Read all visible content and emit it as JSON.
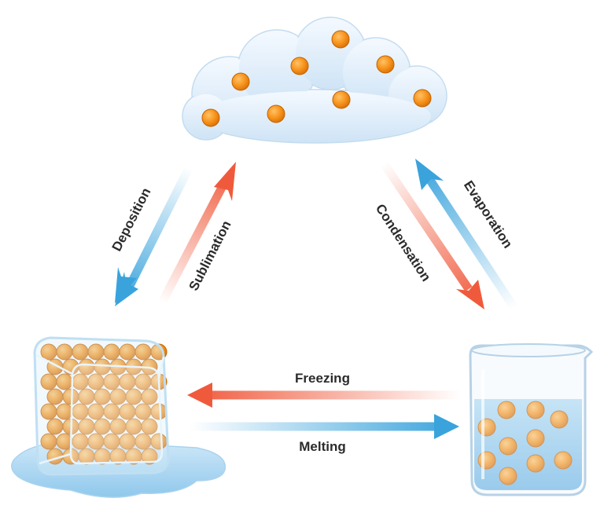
{
  "diagram": {
    "states": [
      {
        "id": "gas",
        "depicts": "cloud with particles"
      },
      {
        "id": "solid",
        "depicts": "ice cube with particles"
      },
      {
        "id": "liquid",
        "depicts": "beaker of water with particles"
      }
    ],
    "transitions": [
      {
        "id": "deposition",
        "label": "Deposition",
        "from": "gas",
        "to": "solid",
        "color": "#3aa3dc"
      },
      {
        "id": "sublimation",
        "label": "Sublimation",
        "from": "solid",
        "to": "gas",
        "color": "#f05a3c"
      },
      {
        "id": "condensation",
        "label": "Condensation",
        "from": "gas",
        "to": "liquid",
        "color": "#f05a3c"
      },
      {
        "id": "evaporation",
        "label": "Evaporation",
        "from": "liquid",
        "to": "gas",
        "color": "#3aa3dc"
      },
      {
        "id": "freezing",
        "label": "Freezing",
        "from": "liquid",
        "to": "solid",
        "color": "#f05a3c"
      },
      {
        "id": "melting",
        "label": "Melting",
        "from": "solid",
        "to": "liquid",
        "color": "#3aa3dc"
      }
    ],
    "colors": {
      "particle": "#f7941d",
      "warm_arrow": "#f05a3c",
      "cool_arrow": "#3aa3dc",
      "cloud": "#e3f0fb",
      "water": "#8ec9ec"
    }
  }
}
